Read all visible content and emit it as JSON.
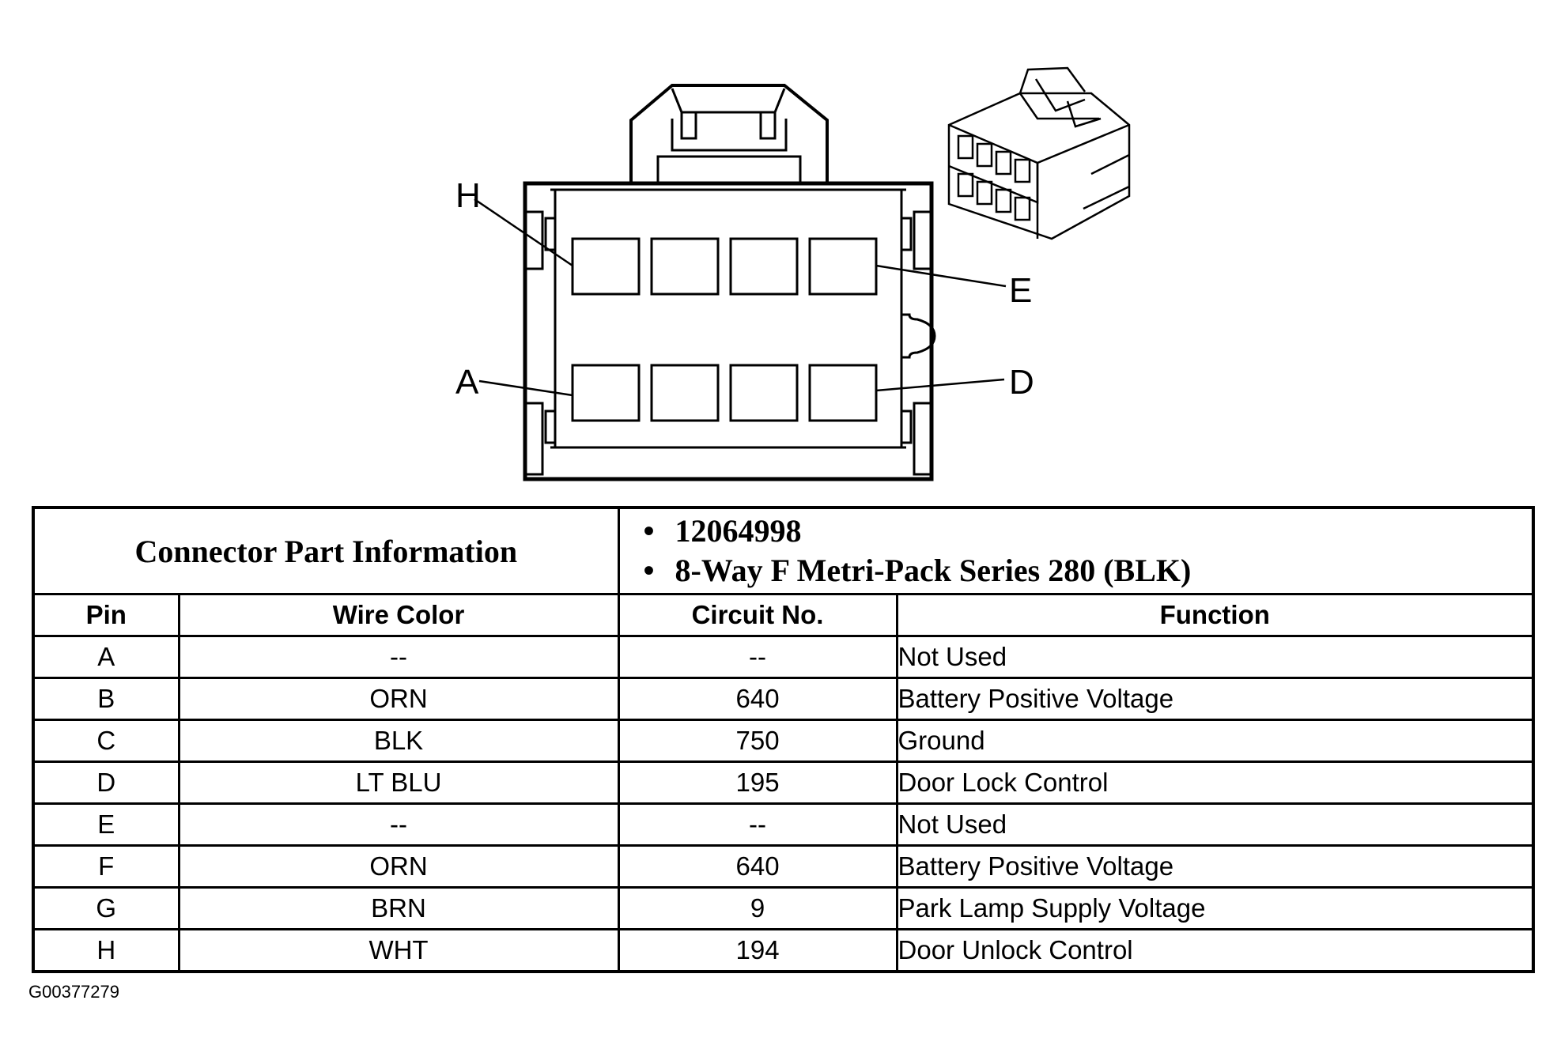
{
  "connector": {
    "pin_labels": {
      "H": "H",
      "E": "E",
      "A": "A",
      "D": "D"
    }
  },
  "part_info": {
    "label": "Connector Part Information",
    "items": [
      "12064998",
      "8-Way F Metri-Pack Series 280 (BLK)"
    ]
  },
  "table": {
    "headers": {
      "pin": "Pin",
      "wire_color": "Wire Color",
      "circuit": "Circuit No.",
      "function": "Function"
    },
    "rows": [
      {
        "pin": "A",
        "wire_color": "--",
        "circuit": "--",
        "function": "Not Used"
      },
      {
        "pin": "B",
        "wire_color": "ORN",
        "circuit": "640",
        "function": "Battery Positive Voltage"
      },
      {
        "pin": "C",
        "wire_color": "BLK",
        "circuit": "750",
        "function": "Ground"
      },
      {
        "pin": "D",
        "wire_color": "LT BLU",
        "circuit": "195",
        "function": "Door Lock Control"
      },
      {
        "pin": "E",
        "wire_color": "--",
        "circuit": "--",
        "function": "Not Used"
      },
      {
        "pin": "F",
        "wire_color": "ORN",
        "circuit": "640",
        "function": "Battery Positive Voltage"
      },
      {
        "pin": "G",
        "wire_color": "BRN",
        "circuit": "9",
        "function": "Park Lamp Supply Voltage"
      },
      {
        "pin": "H",
        "wire_color": "WHT",
        "circuit": "194",
        "function": "Door Unlock Control"
      }
    ]
  },
  "image_code": "G00377279"
}
